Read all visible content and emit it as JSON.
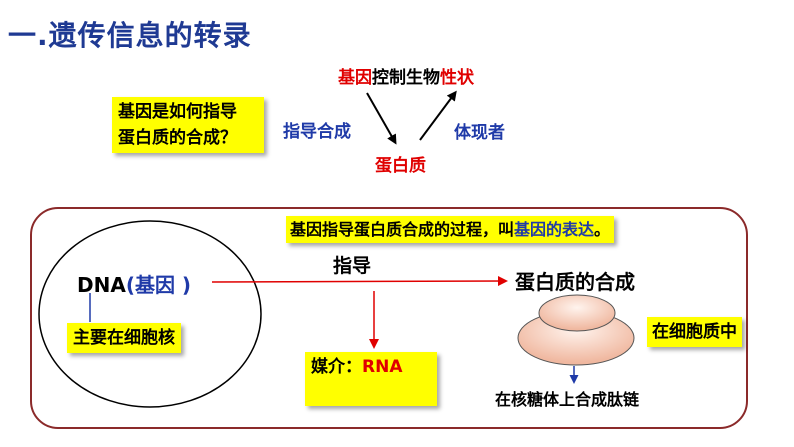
{
  "title": "一.遗传信息的转录",
  "question_box": {
    "line1": "基因是如何指导",
    "line2": "蛋白质的合成？"
  },
  "top_diagram": {
    "gene_red_1": "基因",
    "control": "控制生物",
    "trait_red": "性状",
    "guide_synthesis": "指导合成",
    "embody": "体现者",
    "protein": "蛋白质"
  },
  "expression_note": {
    "prefix": "基因指导蛋白质合成的过程，叫",
    "highlight": "基因的表达",
    "suffix": "。"
  },
  "dna_label": {
    "dna": "DNA",
    "gene_paren": "(基因 )"
  },
  "mainly_in_nucleus": "主要在细胞核",
  "guide_label": "指导",
  "protein_synthesis": "蛋白质的合成",
  "medium": {
    "prefix": "媒介：",
    "rna": "RNA"
  },
  "in_cytoplasm": "在细胞质中",
  "ribosome_caption": "在核糖体上合成肽链",
  "colors": {
    "title_blue": "#1f3a93",
    "red": "#e00000",
    "highlight_yellow": "#ffff00",
    "panel_border": "#8b2a2a"
  }
}
